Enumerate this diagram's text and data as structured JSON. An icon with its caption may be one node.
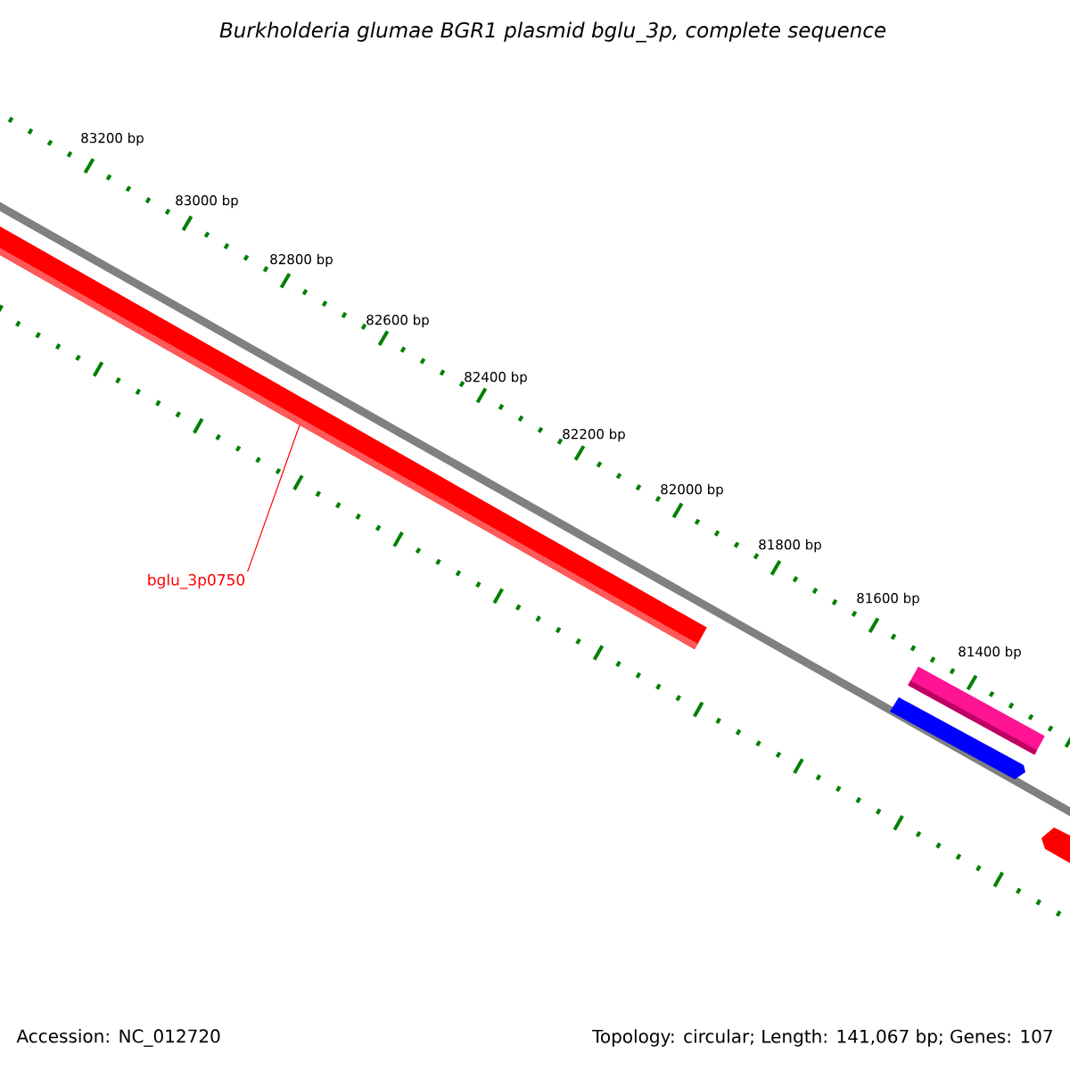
{
  "diagram": {
    "title": "Burkholderia glumae BGR1 plasmid bglu_3p, complete sequence",
    "nodes": [
      {
        "text": [
          "bglu_3p0750"
        ]
      },
      {
        "text": [],
        "shape": "bar"
      }
    ],
    "edges": [
      {
        "from": 0,
        "to": 1,
        "arrow": "none",
        "color": "#ff0000"
      }
    ],
    "labels": [
      "83200 bp",
      "83000 bp",
      "82800 bp",
      "82600 bp",
      "82400 bp",
      "82200 bp",
      "82000 bp",
      "81800 bp",
      "81600 bp",
      "81400 bp",
      "Accession: NC_012720",
      "Topology: circular; Length: 141,067 bp; Genes: 107"
    ]
  }
}
